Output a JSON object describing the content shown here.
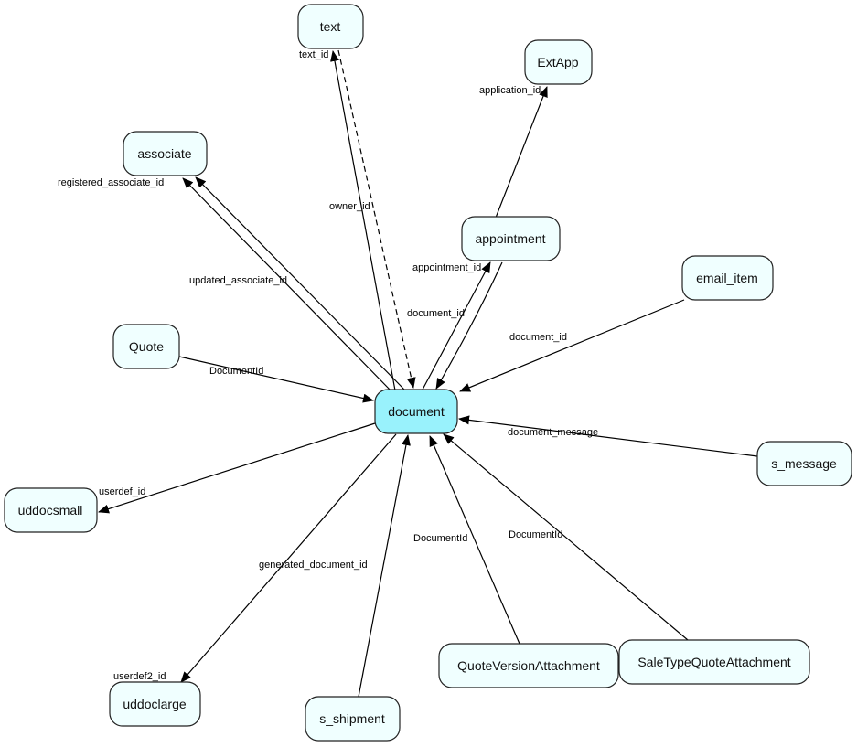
{
  "nodes": {
    "document": "document",
    "text": "text",
    "extapp": "ExtApp",
    "associate": "associate",
    "appointment": "appointment",
    "email_item": "email_item",
    "quote": "Quote",
    "s_message": "s_message",
    "uddocsmall": "uddocsmall",
    "quote_version_attachment": "QuoteVersionAttachment",
    "sale_type_quote_attachment": "SaleTypeQuoteAttachment",
    "uddoclarge": "uddoclarge",
    "s_shipment": "s_shipment"
  },
  "edge_labels": {
    "text_id": "text_id",
    "owner_id": "owner_id",
    "registered_associate_id": "registered_associate_id",
    "updated_associate_id": "updated_associate_id",
    "application_id": "application_id",
    "appointment_id": "appointment_id",
    "appointment_document_id": "document_id",
    "email_document_id": "document_id",
    "quote_documentid": "DocumentId",
    "document_message": "document_message",
    "userdef_id": "userdef_id",
    "userdef2_id": "userdef2_id",
    "generated_document_id": "generated_document_id",
    "qva_documentid": "DocumentId",
    "stqa_documentid": "DocumentId"
  },
  "colors": {
    "node_fill": "#f0ffff",
    "main_node_fill": "#99f2fc",
    "stroke": "#222222"
  }
}
